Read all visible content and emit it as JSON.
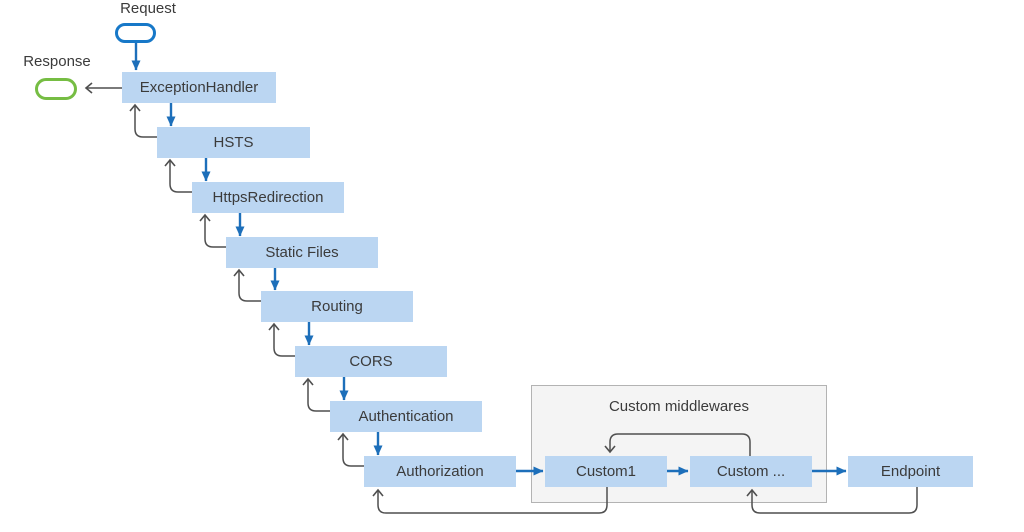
{
  "labels": {
    "request": "Request",
    "response": "Response",
    "custom_container": "Custom middlewares"
  },
  "pipeline": [
    {
      "label": "ExceptionHandler"
    },
    {
      "label": "HSTS"
    },
    {
      "label": "HttpsRedirection"
    },
    {
      "label": "Static Files"
    },
    {
      "label": "Routing"
    },
    {
      "label": "CORS"
    },
    {
      "label": "Authentication"
    },
    {
      "label": "Authorization"
    }
  ],
  "custom_middlewares": [
    {
      "label": "Custom1"
    },
    {
      "label": "Custom ..."
    }
  ],
  "terminal": {
    "label": "Endpoint"
  },
  "colors": {
    "node-fill": "#BBD6F2",
    "flow-blue": "#1D6FBA",
    "return-grey": "#4F4F4F",
    "request-blue": "#1778C8",
    "response-green": "#76BD43",
    "container-fill": "#F4F4F4",
    "container-border": "#B3B3B3",
    "text-color": "#3B3B3B"
  }
}
